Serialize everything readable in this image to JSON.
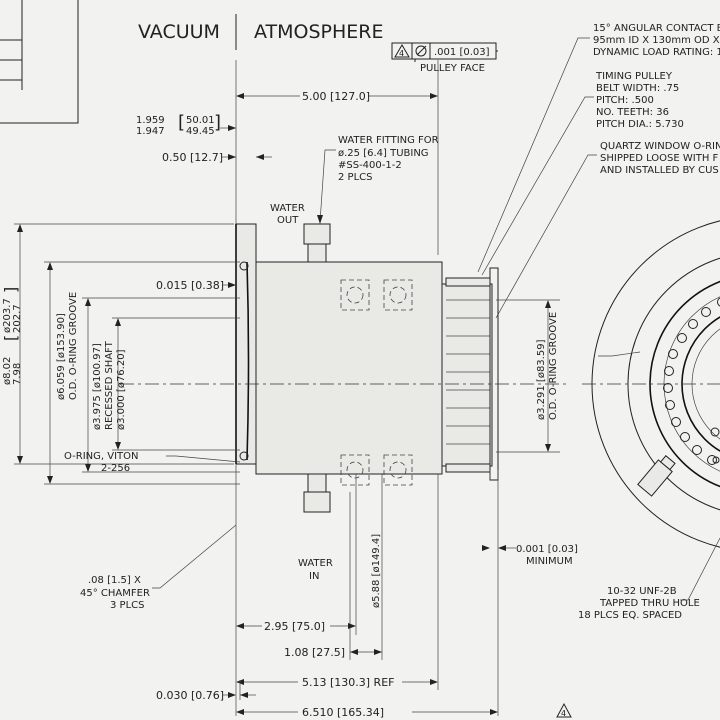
{
  "header": {
    "vacuum": "VACUUM",
    "atmosphere": "ATMOSPHERE"
  },
  "tolerance": {
    "datum": "4",
    "value": ".001 [0.03]",
    "pulley_face": "PULLEY FACE"
  },
  "notes": {
    "bearing": [
      "15° ANGULAR CONTACT B",
      "95mm ID X 130mm OD X",
      "DYNAMIC LOAD RATING: 1"
    ],
    "pulley": [
      "TIMING PULLEY",
      "BELT WIDTH: .75",
      "PITCH: .500",
      "NO. TEETH: 36",
      "PITCH DIA.: 5.730"
    ],
    "window": [
      "QUARTZ WINDOW O-RIN",
      "SHIPPED LOOSE WITH F",
      "AND INSTALLED BY CUS"
    ],
    "water_fitting": [
      "WATER FITTING FOR",
      "ø.25 [6.4] TUBING",
      "#SS-400-1-2",
      "2 PLCS"
    ],
    "water_out": [
      "WATER",
      "OUT"
    ],
    "water_in": [
      "WATER",
      "IN"
    ],
    "oring": [
      "O-RING, VITON",
      "2-256"
    ],
    "chamfer": [
      ".08 [1.5] X",
      "45° CHAMFER",
      "3 PLCS"
    ],
    "tapped": [
      "10-32 UNF-2B",
      "TAPPED THRU HOLE",
      "18 PLCS EQ. SPACED"
    ],
    "minimum": [
      "0.001 [0.03]",
      "MINIMUM"
    ]
  },
  "dims": {
    "overall_top": "5.00 [127.0]",
    "flange_a": "1.959",
    "flange_b": "1.947",
    "flange_mm_a": "50.01",
    "flange_mm_b": "49.45",
    "flange_thk": "0.50 [12.7]",
    "gap_015": "0.015 [0.38]",
    "od_8": [
      "ø8.02",
      "7.98"
    ],
    "od_8_mm": [
      "ø203.7",
      "202.7"
    ],
    "oring_groove_left": [
      "ø6.059 [ø153.90]",
      "O.D. O-RING GROOVE"
    ],
    "recessed_shaft": [
      "ø3.975 [ø100.97]",
      "RECESSED SHAFT"
    ],
    "bore": "ø3.000 [ø76.20]",
    "oring_groove_right": [
      "ø3.291 [ø83.59]",
      "O.D. O-RING GROOVE"
    ],
    "d295": "2.95 [75.0]",
    "d588": "ø5.88 [ø149.4]",
    "d108": "1.08 [27.5]",
    "d513": "5.13 [130.3] REF",
    "d030": "0.030 [0.76]",
    "d6510": "6.510 [165.34]",
    "rev_mark": "4"
  }
}
